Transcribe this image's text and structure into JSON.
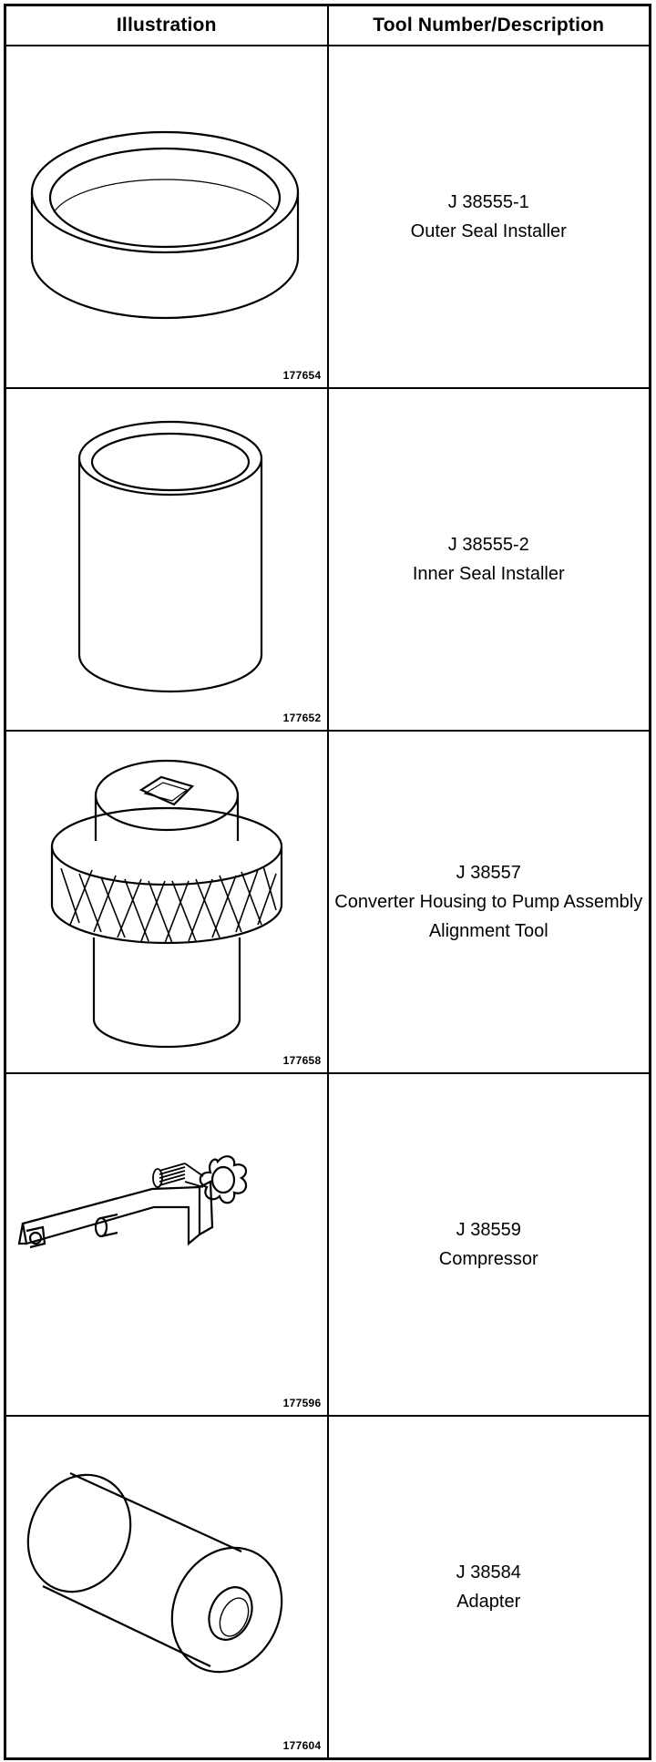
{
  "header": {
    "illustration": "Illustration",
    "tool": "Tool Number/Description"
  },
  "rows": [
    {
      "figure": "177654",
      "number": "J 38555-1",
      "description": "Outer Seal Installer",
      "icon": "ring-installer-icon"
    },
    {
      "figure": "177652",
      "number": "J 38555-2",
      "description": "Inner Seal Installer",
      "icon": "cylinder-installer-icon"
    },
    {
      "figure": "177658",
      "number": "J 38557",
      "description": "Converter Housing to Pump Assembly Alignment Tool",
      "icon": "knurled-alignment-tool-icon"
    },
    {
      "figure": "177596",
      "number": "J 38559",
      "description": "Compressor",
      "icon": "compressor-bracket-icon"
    },
    {
      "figure": "177604",
      "number": "J 38584",
      "description": "Adapter",
      "icon": "adapter-tube-icon"
    }
  ]
}
